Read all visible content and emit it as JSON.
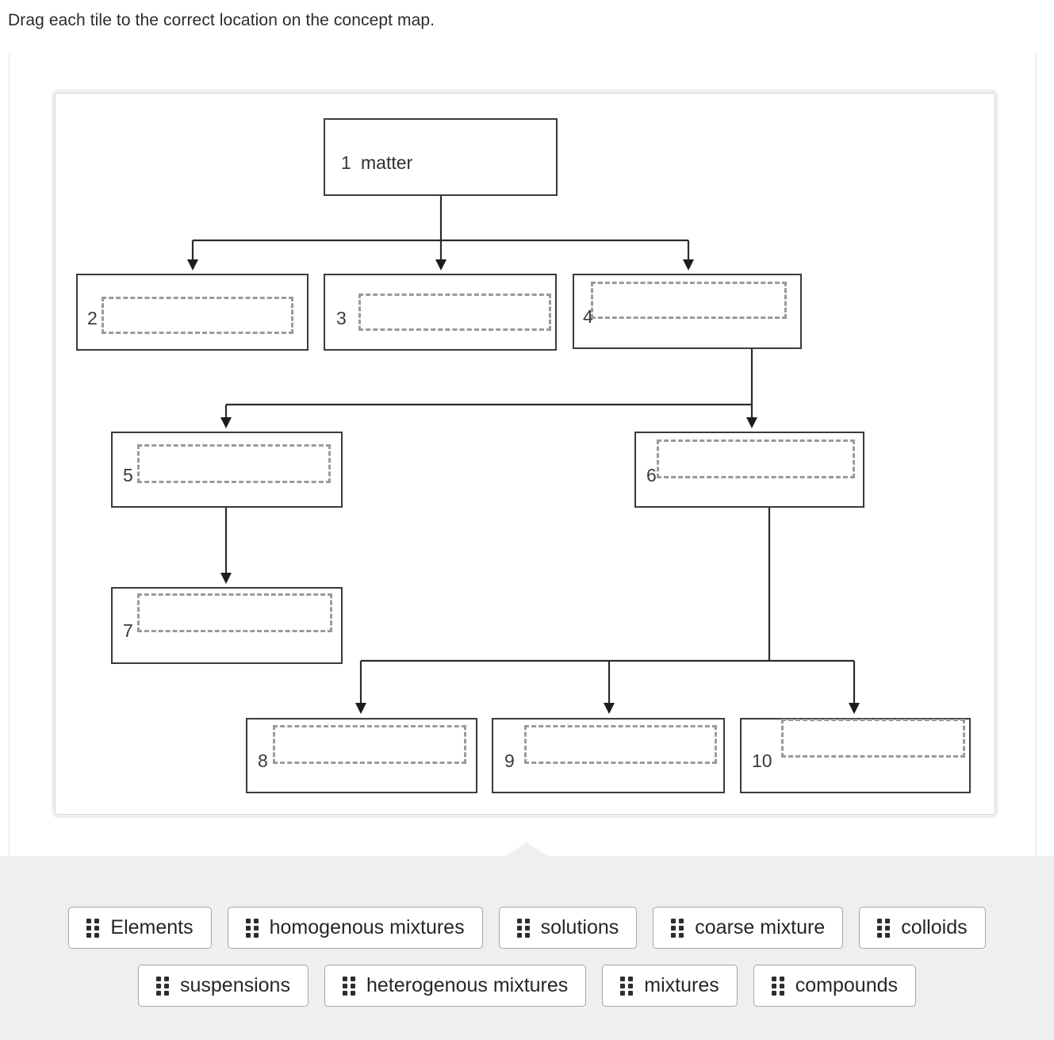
{
  "prompt": "Drag each tile to the correct location on the concept map.",
  "concept_map": {
    "nodes": [
      {
        "num": "1",
        "label": "matter",
        "filled": true
      },
      {
        "num": "2",
        "label": "",
        "filled": false
      },
      {
        "num": "3",
        "label": "",
        "filled": false
      },
      {
        "num": "4",
        "label": "",
        "filled": false
      },
      {
        "num": "5",
        "label": "",
        "filled": false
      },
      {
        "num": "6",
        "label": "",
        "filled": false
      },
      {
        "num": "7",
        "label": "",
        "filled": false
      },
      {
        "num": "8",
        "label": "",
        "filled": false
      },
      {
        "num": "9",
        "label": "",
        "filled": false
      },
      {
        "num": "10",
        "label": "",
        "filled": false
      }
    ],
    "connections": [
      {
        "from": "1",
        "to": "2"
      },
      {
        "from": "1",
        "to": "3"
      },
      {
        "from": "1",
        "to": "4"
      },
      {
        "from": "4",
        "to": "5"
      },
      {
        "from": "4",
        "to": "6"
      },
      {
        "from": "5",
        "to": "7"
      },
      {
        "from": "6",
        "to": "8"
      },
      {
        "from": "6",
        "to": "9"
      },
      {
        "from": "6",
        "to": "10"
      }
    ]
  },
  "tray": {
    "row1": [
      {
        "label": "Elements"
      },
      {
        "label": "homogenous mixtures"
      },
      {
        "label": "solutions"
      },
      {
        "label": "coarse mixture"
      },
      {
        "label": "colloids"
      }
    ],
    "row2": [
      {
        "label": "suspensions"
      },
      {
        "label": "heterogenous mixtures"
      },
      {
        "label": "mixtures"
      },
      {
        "label": "compounds"
      }
    ],
    "grip_icon": "drag-handle-icon"
  },
  "colors": {
    "node_border": "#3b3b3b",
    "dropzone_border": "#9a9a9a",
    "connector": "#2b2b2b",
    "tray_bg": "#efefef",
    "tile_border": "#a6a6a6"
  }
}
